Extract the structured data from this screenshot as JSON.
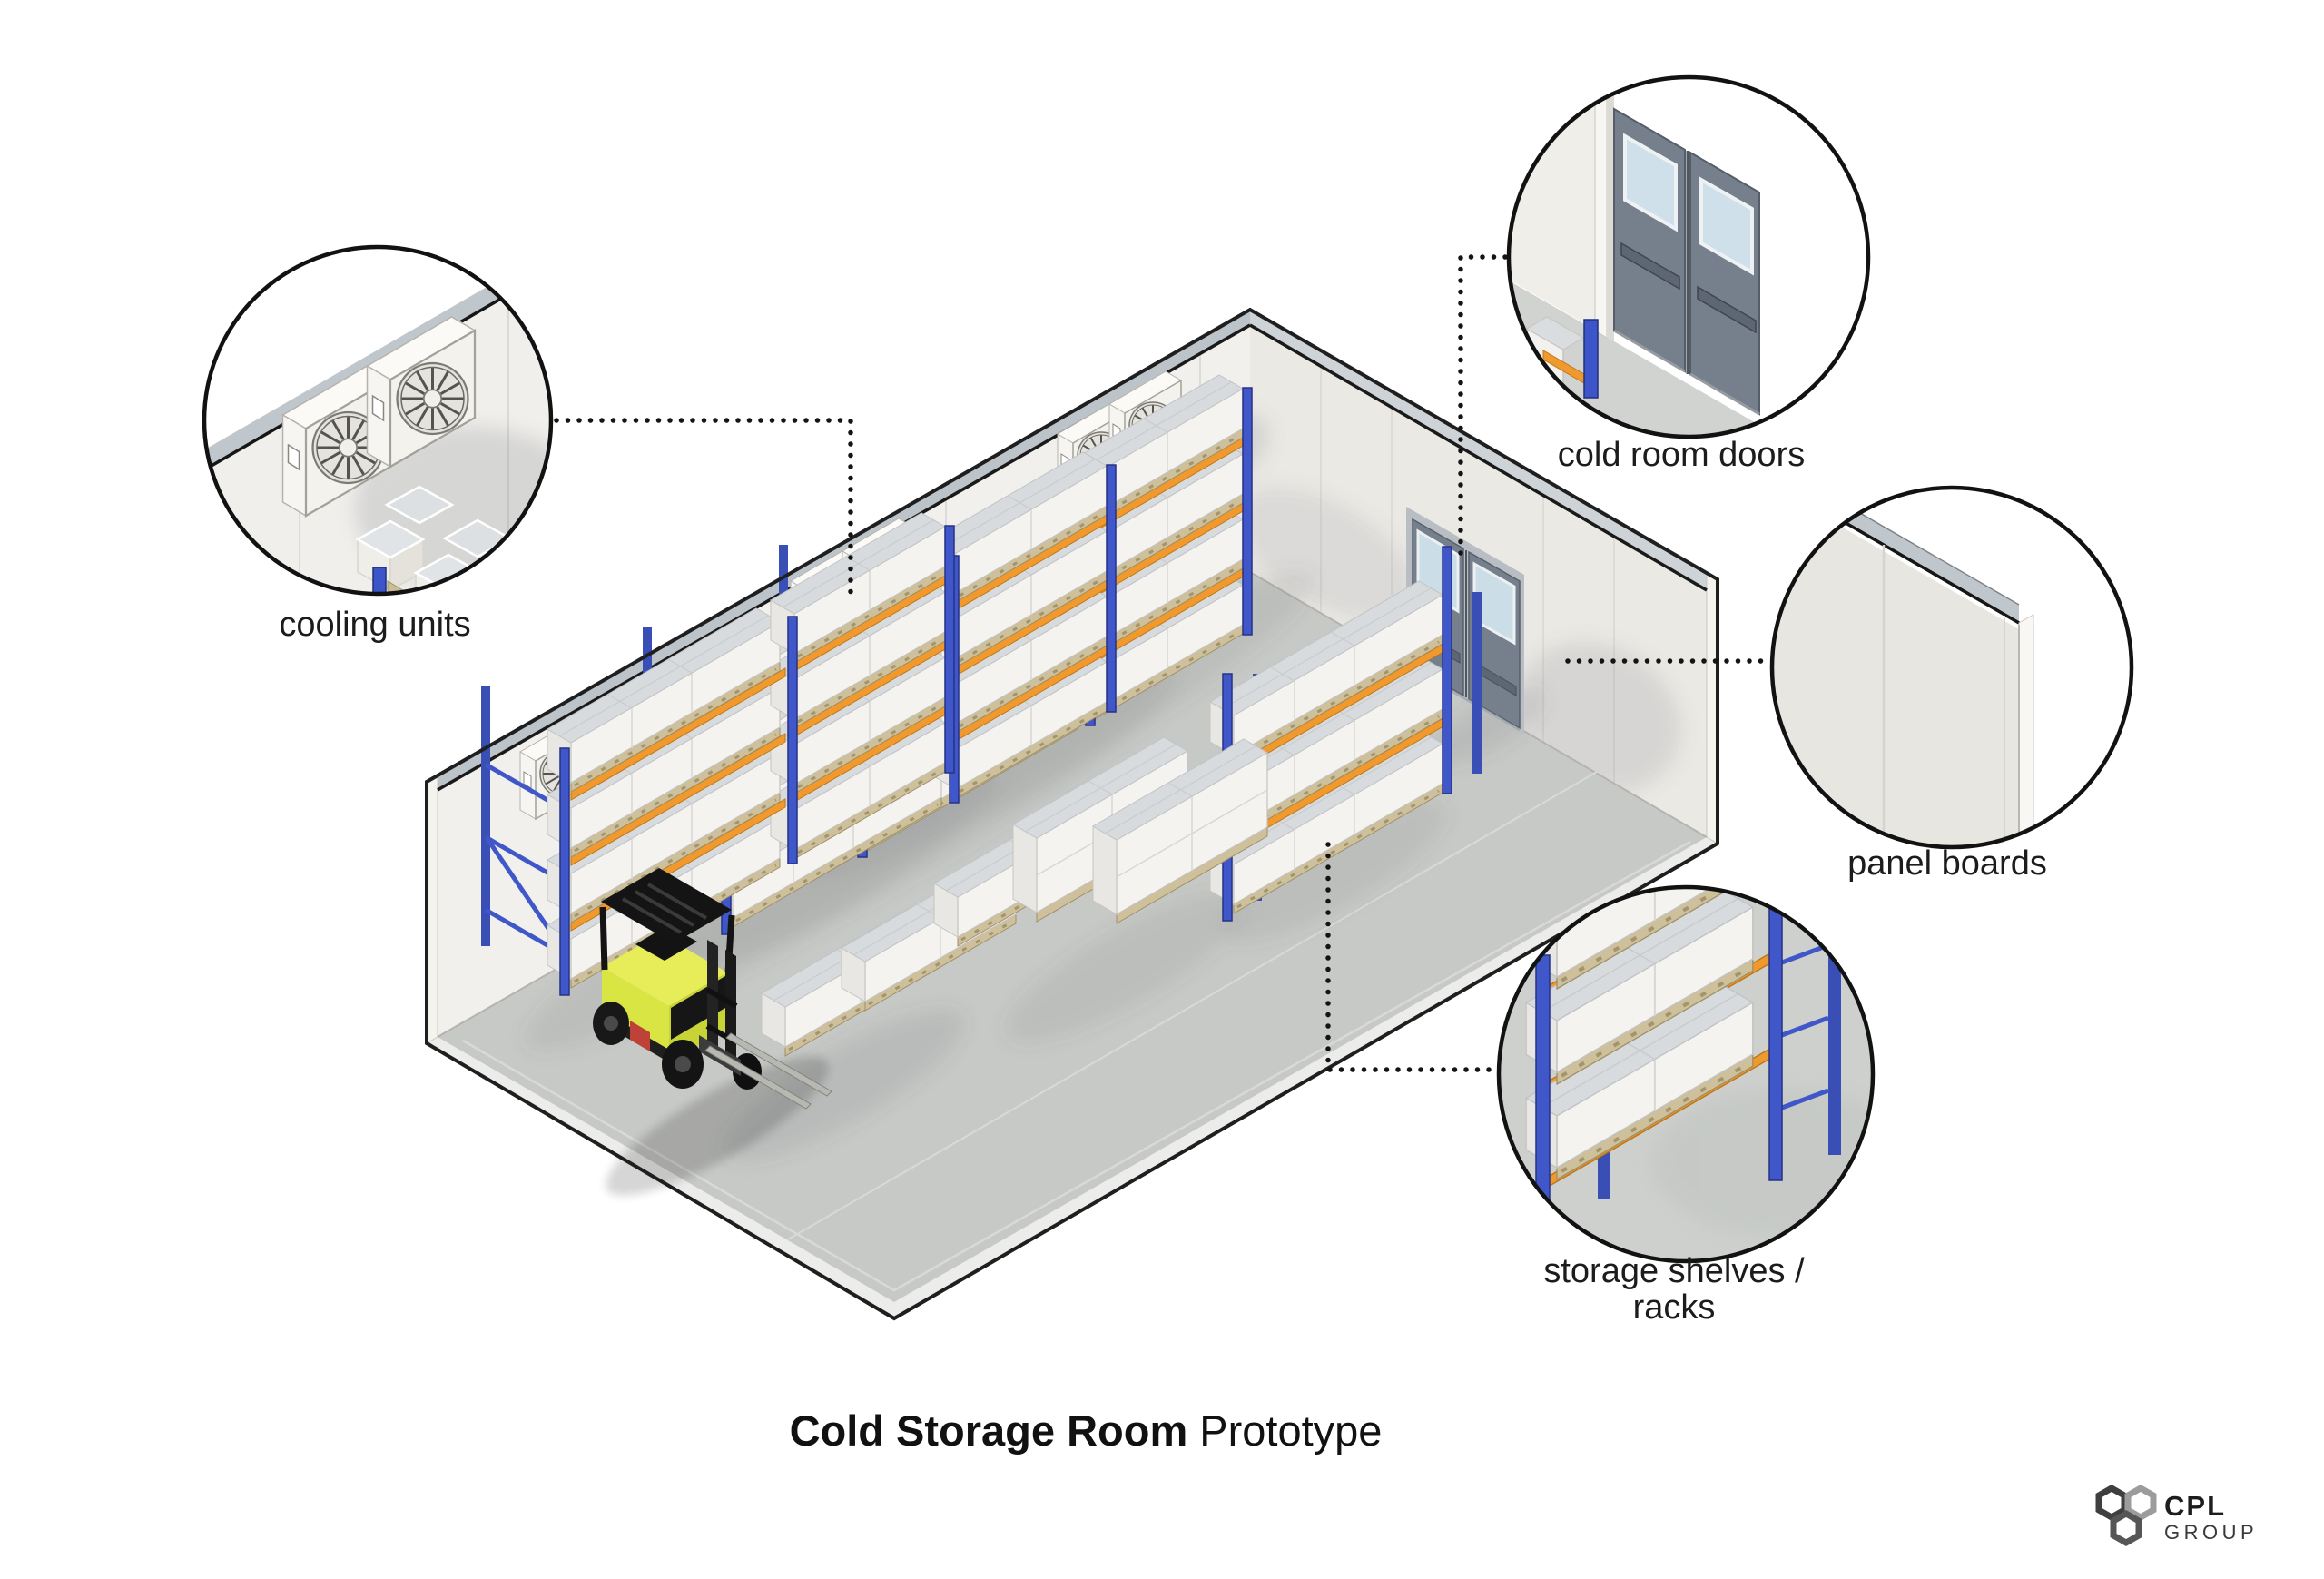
{
  "title": {
    "bold": "Cold Storage Room",
    "regular": "Prototype"
  },
  "callouts": {
    "cooling_units": {
      "label": "cooling units"
    },
    "cold_room_doors": {
      "label": "cold room doors"
    },
    "panel_boards": {
      "label": "panel boards"
    },
    "storage_shelves": {
      "label_line1": "storage shelves /",
      "label_line2": "racks"
    }
  },
  "logo": {
    "name": "CPL",
    "sub": "GROUP"
  },
  "scene": {
    "objects": [
      "cooling units",
      "cold room doors",
      "panel boards",
      "storage shelves / racks",
      "pallet racks with white boxes",
      "floor pallets",
      "forklift",
      "concrete floor"
    ]
  },
  "colors": {
    "rack_blue": "#3f57c9",
    "beam_orange": "#f0992f",
    "door_gray": "#76808c",
    "forklift_yellow": "#e6ed58",
    "wall": "#f2f0ec",
    "floor": "#c7c9c6",
    "band_gray": "#c0c7cc",
    "outline": "#141414"
  }
}
